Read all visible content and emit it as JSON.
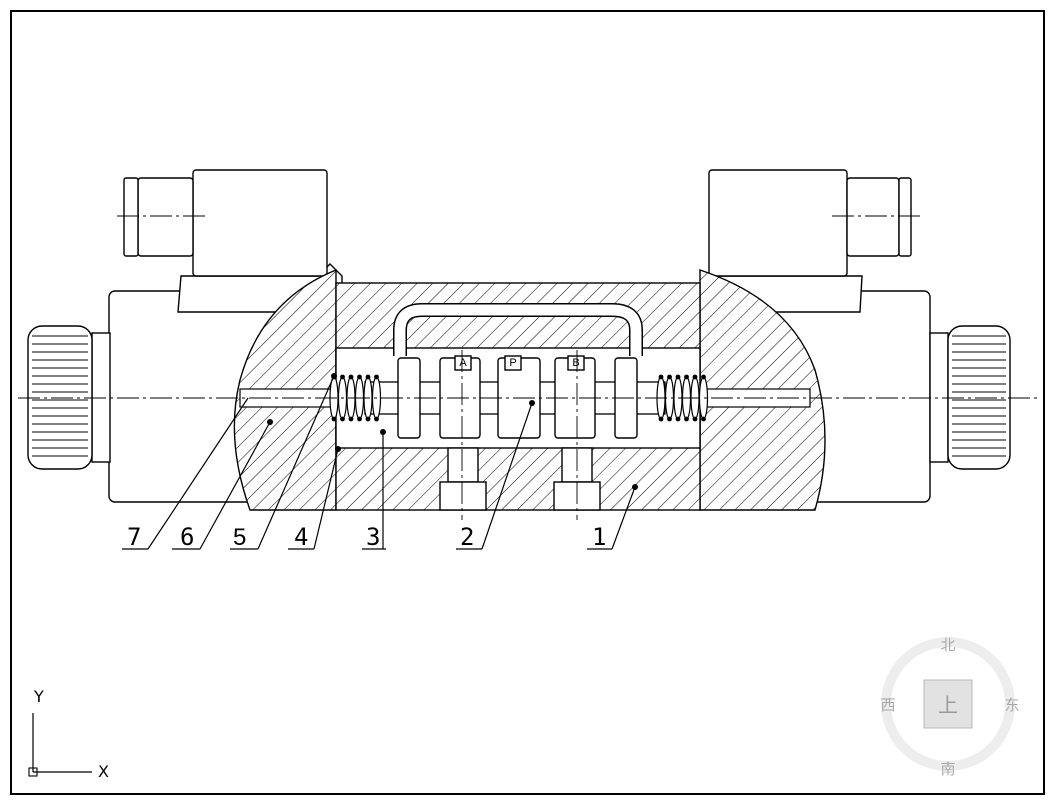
{
  "drawing": {
    "ports": {
      "a": "A",
      "p": "P",
      "b": "B"
    },
    "callouts": [
      {
        "id": "7",
        "label": "7"
      },
      {
        "id": "6",
        "label": "6"
      },
      {
        "id": "5",
        "label": "5"
      },
      {
        "id": "4",
        "label": "4"
      },
      {
        "id": "3",
        "label": "3"
      },
      {
        "id": "2",
        "label": "2"
      },
      {
        "id": "1",
        "label": "1"
      }
    ]
  },
  "ucs": {
    "y_label": "Y",
    "x_label": "X"
  },
  "viewcube": {
    "north": "北",
    "south": "南",
    "west": "西",
    "east": "东",
    "face": "上"
  },
  "colors": {
    "line": "#000000",
    "background": "#ffffff",
    "viewcube": "#a8a8a8"
  }
}
